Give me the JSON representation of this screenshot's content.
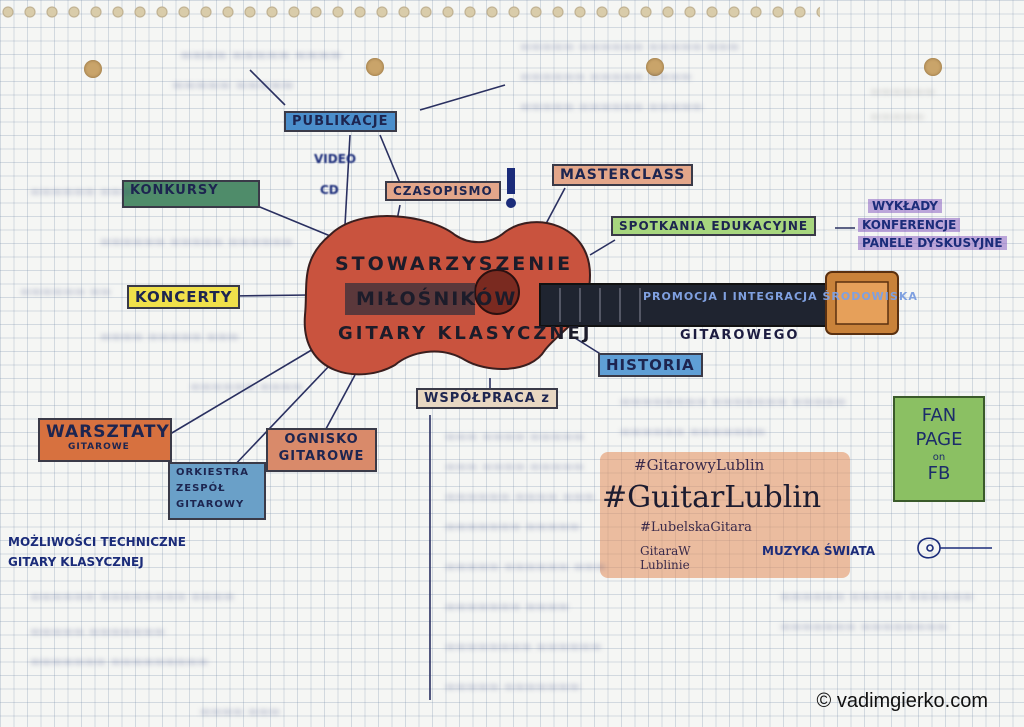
{
  "center": {
    "line1": "STOWARZYSZENIE",
    "line2": "MIŁOŚNIKÓW",
    "line3": "GITARY KLASYCZNEJ"
  },
  "labels": {
    "publikacje": "PUBLIKACJE",
    "konkursy": "KONKURSY",
    "koncerty": "KONCERTY",
    "warsztaty": "WARSZTATY",
    "warsztaty_sub": "GITAROWE",
    "orkiestra": "ORKIESTRA ZESPÓŁ GITAROWY",
    "ognisko": "OGNISKO GITAROWE",
    "wspolpraca": "WSPÓŁPRACA z",
    "historia": "HISTORIA",
    "czasopismo": "CZASOPISMO",
    "masterclass": "MASTERCLASS",
    "spotkania": "SPOTKANIA EDUKACYJNE",
    "promocja": "PROMOCJA I INTEGRACJA ŚRODOWISKA",
    "promocja_sub": "GITAROWEGO",
    "wyklady": "WYKŁADY",
    "konferencje": "KONFERENCJE",
    "panele": "PANELE DYSKUSYJNE",
    "fan_page": "FAN PAGE",
    "fan_on": "on",
    "fan_fb": "FB",
    "video": "VIDEO",
    "cd": "CD",
    "mozliwosci": "MOŻLIWOŚCI TECHNICZNE GITARY KLASYCZNEJ",
    "muzyka": "MUZYKA ŚWIATA",
    "logo_top": "#GitarowyLublin",
    "logo_main": "#GuitarLublin",
    "logo_sub": "#LubelskaGitara",
    "logo_bottom": "GitaraW Lublinie",
    "credit": "© vadimgierko.com"
  },
  "colors": {
    "guitar": "#c9533e",
    "publikacje": "#4b8ecb",
    "konkursy": "#4f8c6a",
    "koncerty": "#f0e04a",
    "warsztaty": "#d7713f",
    "orkiestra": "#6aa0c8",
    "ognisko": "#d98a6a",
    "historia": "#5f9fd6",
    "masterclass": "#e3a68a",
    "spotkania": "#a7d67e",
    "fanpage": "#8bc063",
    "purple": "#8a63c2"
  }
}
